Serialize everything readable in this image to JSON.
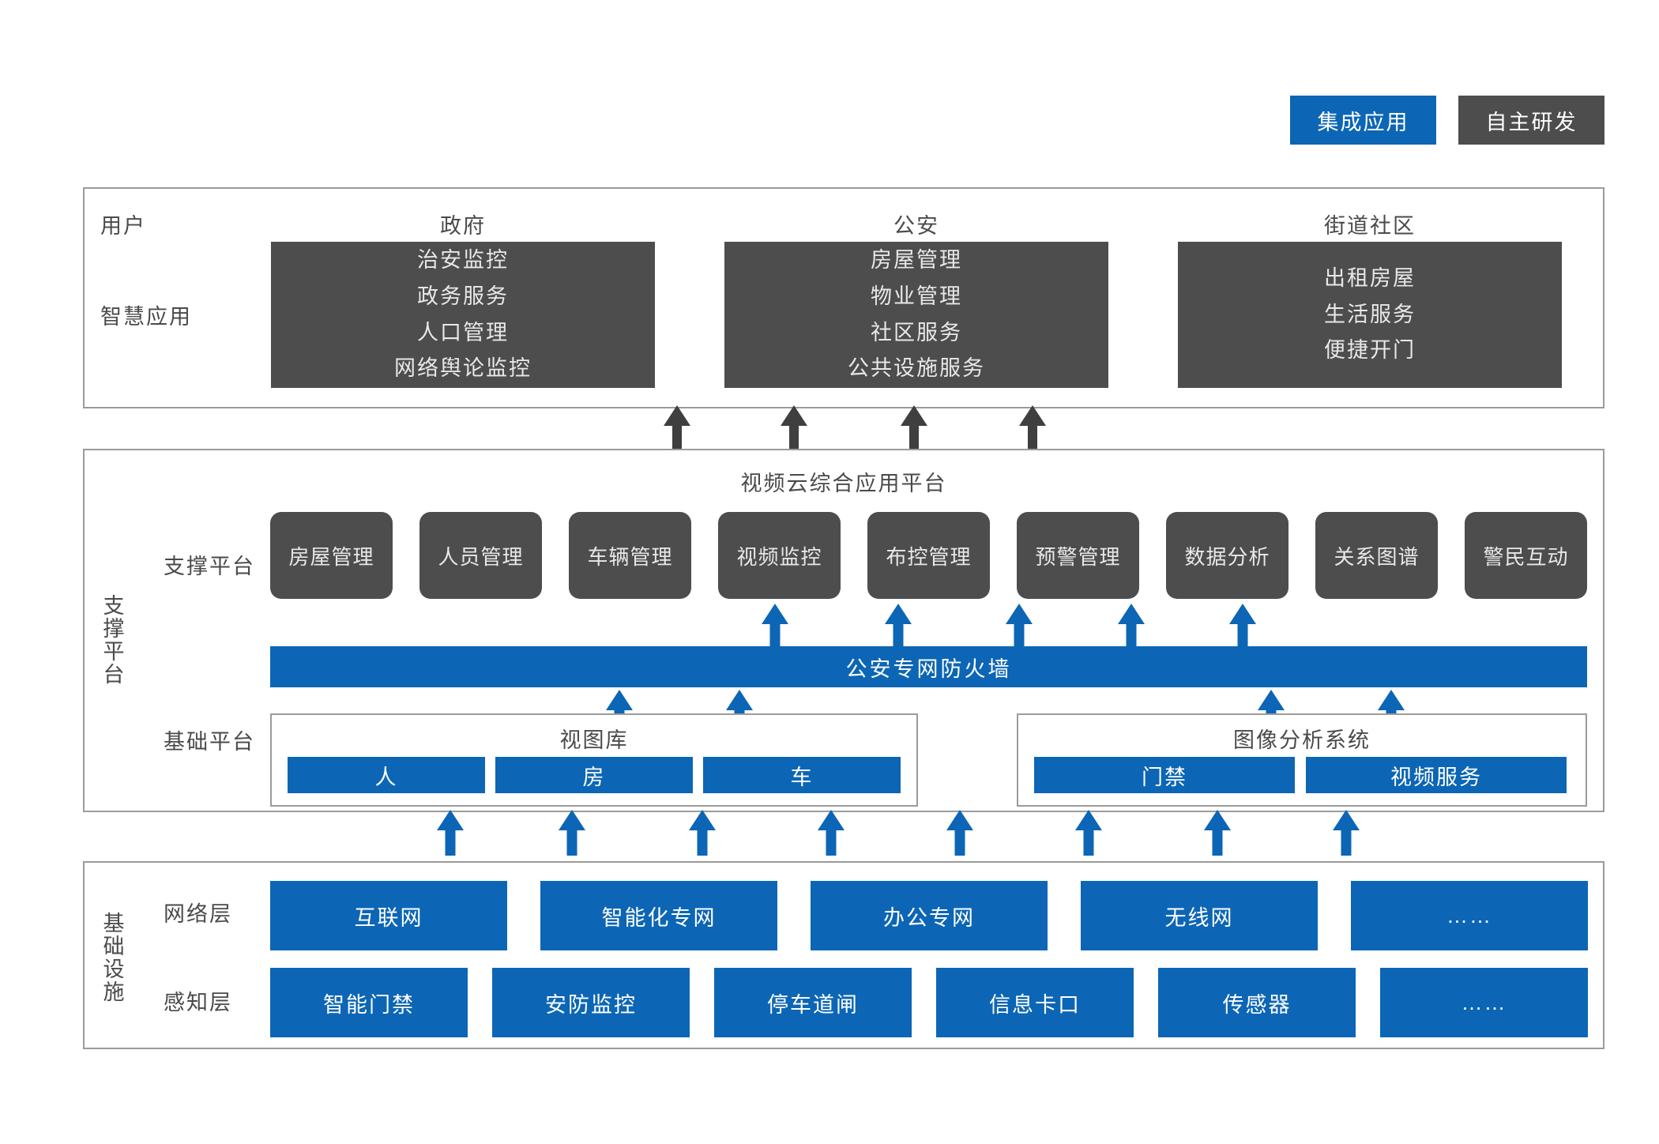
{
  "legend": {
    "integrated": "集成应用",
    "self_developed": "自主研发",
    "colors": {
      "blue": "#0c66b5",
      "dark": "#4d4d4d",
      "border": "#9b9b9b"
    }
  },
  "application_section": {
    "row_labels": {
      "users": "用户",
      "smart_apps": "智慧应用"
    },
    "columns": [
      {
        "head": "政府",
        "items": [
          "治安监控",
          "政务服务",
          "人口管理",
          "网络舆论监控"
        ]
      },
      {
        "head": "公安",
        "items": [
          "房屋管理",
          "物业管理",
          "社区服务",
          "公共设施服务"
        ]
      },
      {
        "head": "街道社区",
        "items": [
          "出租房屋",
          "生活服务",
          "便捷开门"
        ]
      }
    ]
  },
  "platform_section": {
    "vertical_label": "支撑平台",
    "title": "视频云综合应用平台",
    "support_label": "支撑平台",
    "support_cards": [
      "房屋管理",
      "人员管理",
      "车辆管理",
      "视频监控",
      "布控管理",
      "预警管理",
      "数据分析",
      "关系图谱",
      "警民互动"
    ],
    "firewall": "公安专网防火墙",
    "base_label": "基础平台",
    "base_groups": [
      {
        "title": "视图库",
        "items": [
          "人",
          "房",
          "车"
        ]
      },
      {
        "title": "图像分析系统",
        "items": [
          "门禁",
          "视频服务"
        ]
      }
    ]
  },
  "infrastructure_section": {
    "vertical_label": "基础设施",
    "rows": [
      {
        "label": "网络层",
        "items": [
          "互联网",
          "智能化专网",
          "办公专网",
          "无线网",
          "……"
        ]
      },
      {
        "label": "感知层",
        "items": [
          "智能门禁",
          "安防监控",
          "停车道闸",
          "信息卡口",
          "传感器",
          "……"
        ]
      }
    ]
  }
}
